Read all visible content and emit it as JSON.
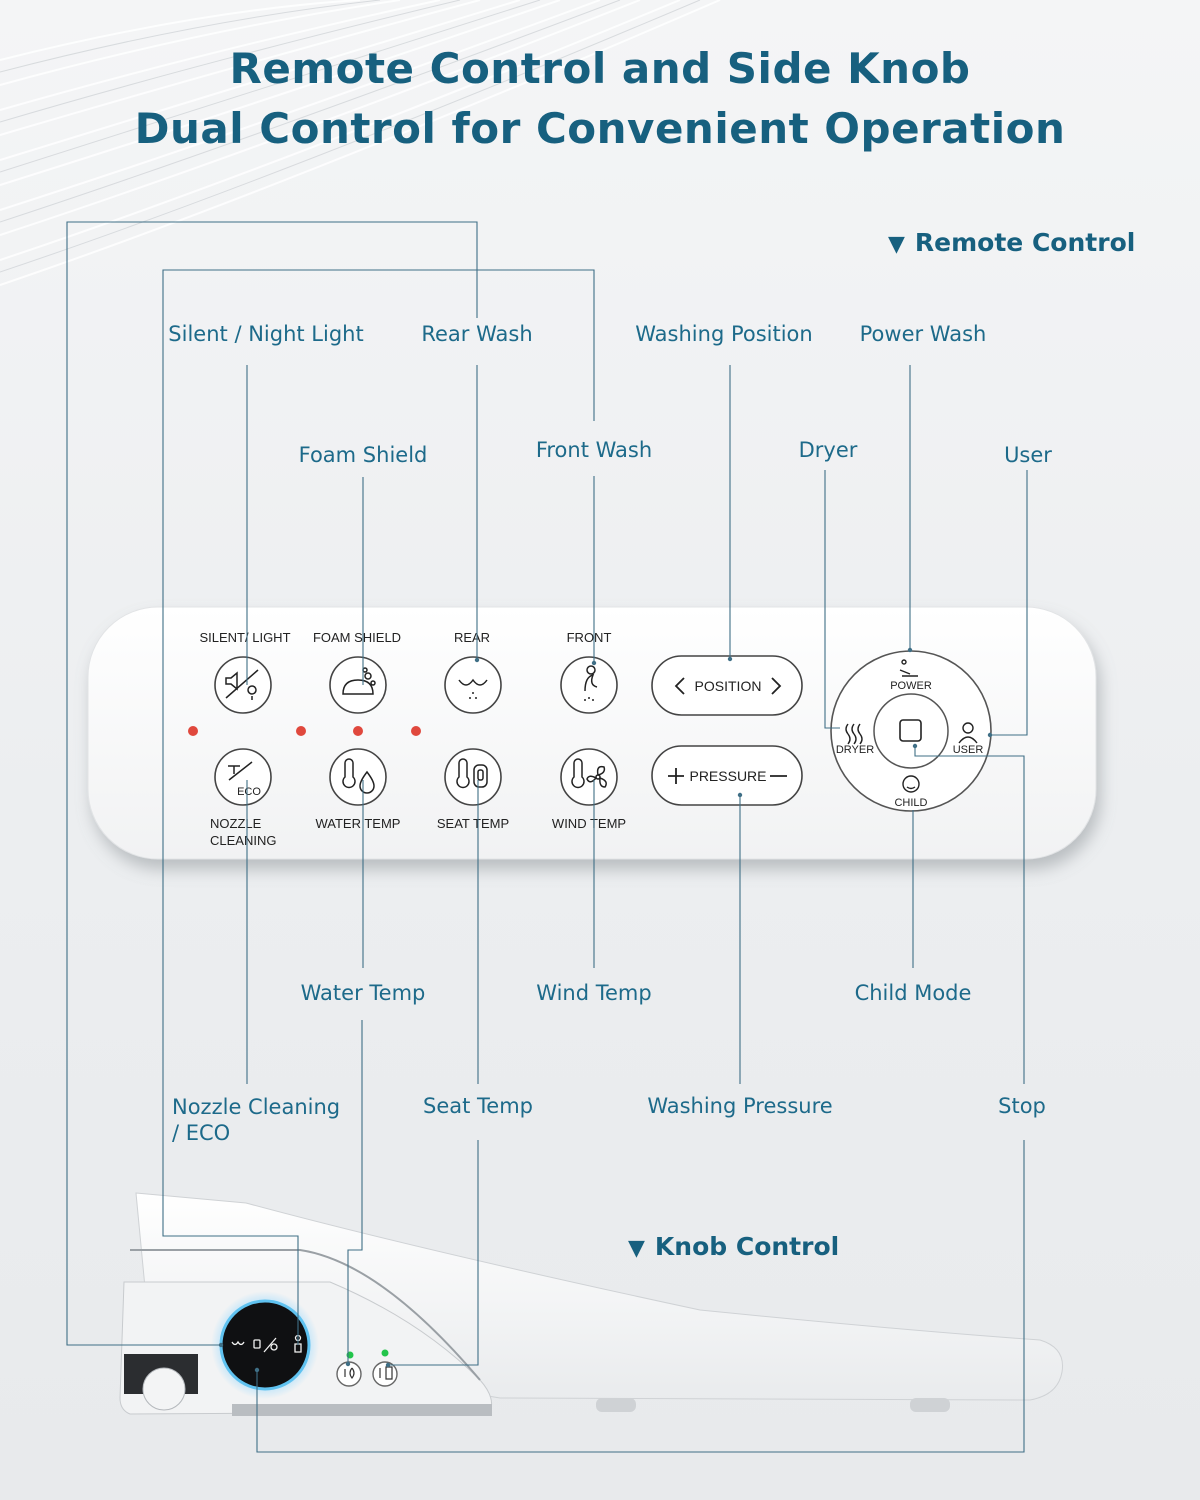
{
  "title": {
    "line1": "Remote Control and Side Knob",
    "line2": "Dual Control for Convenient Operation"
  },
  "sections": {
    "remote": "Remote Control",
    "knob": "Knob Control"
  },
  "callouts": {
    "silent_night_light": "Silent / Night Light",
    "rear_wash": "Rear Wash",
    "washing_position": "Washing Position",
    "power_wash": "Power Wash",
    "foam_shield": "Foam Shield",
    "front_wash": "Front Wash",
    "dryer": "Dryer",
    "user": "User",
    "water_temp": "Water Temp",
    "wind_temp": "Wind Temp",
    "child_mode": "Child Mode",
    "nozzle_cleaning_1": "Nozzle Cleaning",
    "nozzle_cleaning_2": "/ ECO",
    "seat_temp": "Seat Temp",
    "washing_pressure": "Washing Pressure",
    "stop": "Stop"
  },
  "remote": {
    "top_labels": [
      "SILENT/ LIGHT",
      "FOAM SHIELD",
      "REAR",
      "FRONT"
    ],
    "bottom_labels": [
      "NOZZLE",
      "CLEANING",
      "WATER TEMP",
      "SEAT TEMP",
      "WIND TEMP"
    ],
    "eco": "ECO",
    "position": "POSITION",
    "pressure": "PRESSURE",
    "power": "POWER",
    "dryer": "DRYER",
    "user": "USER",
    "child": "CHILD"
  },
  "colors": {
    "accent": "#17607f",
    "label": "#1d6a8a",
    "line": "#3f6f86",
    "led_red": "#e0483d",
    "led_green": "#22c44a"
  }
}
